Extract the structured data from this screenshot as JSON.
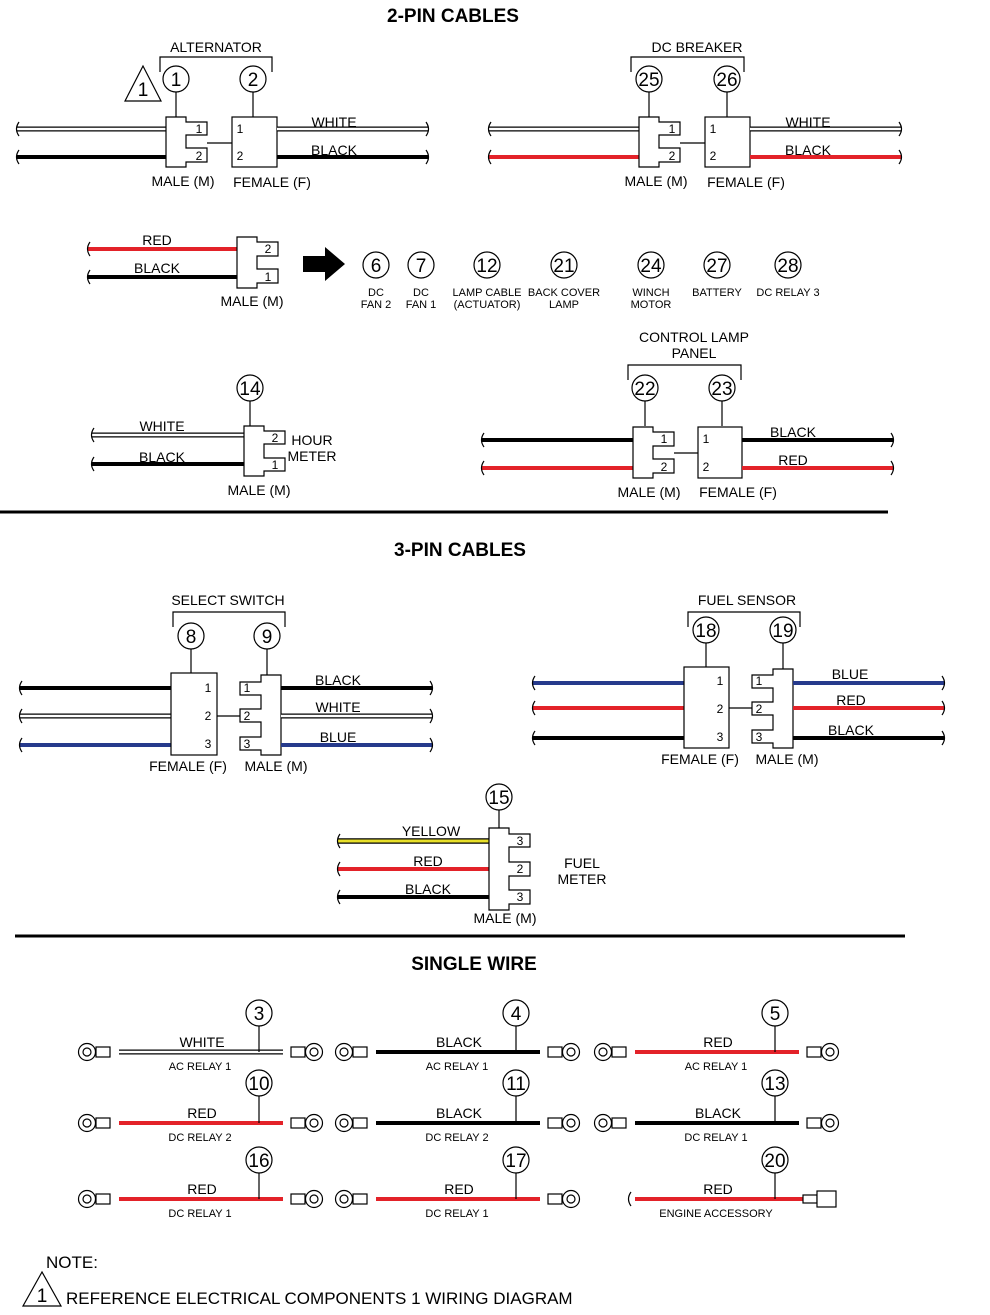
{
  "sections": {
    "two_pin": "2-PIN CABLES",
    "three_pin": "3-PIN CABLES",
    "single_wire": "SINGLE WIRE"
  },
  "common": {
    "male": "MALE (M)",
    "female": "FEMALE (F)"
  },
  "alternator": {
    "group": "ALTERNATOR",
    "left": "1",
    "right": "2",
    "wires": [
      "WHITE",
      "BLACK"
    ],
    "note_ref": "1"
  },
  "dc_breaker": {
    "group": "DC BREAKER",
    "left": "25",
    "right": "26",
    "wires": [
      "WHITE",
      "BLACK"
    ]
  },
  "male_red_black": {
    "wires": [
      "RED",
      "BLACK"
    ],
    "targets": [
      {
        "num": "6",
        "line1": "DC",
        "line2": "FAN 2"
      },
      {
        "num": "7",
        "line1": "DC",
        "line2": "FAN 1"
      },
      {
        "num": "12",
        "line1": "LAMP CABLE",
        "line2": "(ACTUATOR)"
      },
      {
        "num": "21",
        "line1": "BACK COVER",
        "line2": "LAMP"
      },
      {
        "num": "24",
        "line1": "WINCH",
        "line2": "MOTOR"
      },
      {
        "num": "27",
        "line1": "BATTERY",
        "line2": ""
      },
      {
        "num": "28",
        "line1": "DC RELAY 3",
        "line2": ""
      }
    ]
  },
  "hour_meter": {
    "num": "14",
    "line1": "HOUR",
    "line2": "METER",
    "wires": [
      "WHITE",
      "BLACK"
    ]
  },
  "control_lamp": {
    "group_line1": "CONTROL LAMP",
    "group_line2": "PANEL",
    "left": "22",
    "right": "23",
    "wires": [
      "BLACK",
      "RED"
    ]
  },
  "select_switch": {
    "group": "SELECT SWITCH",
    "left": "8",
    "right": "9",
    "wires": [
      "BLACK",
      "WHITE",
      "BLUE"
    ]
  },
  "fuel_sensor": {
    "group": "FUEL SENSOR",
    "left": "18",
    "right": "19",
    "wires": [
      "BLUE",
      "RED",
      "BLACK"
    ]
  },
  "fuel_meter": {
    "num": "15",
    "line1": "FUEL",
    "line2": "METER",
    "wires": [
      "YELLOW",
      "RED",
      "BLACK"
    ]
  },
  "single_wires": [
    {
      "num": "3",
      "color": "WHITE",
      "dest": "AC RELAY 1"
    },
    {
      "num": "4",
      "color": "BLACK",
      "dest": "AC RELAY 1"
    },
    {
      "num": "5",
      "color": "RED",
      "dest": "AC RELAY 1"
    },
    {
      "num": "10",
      "color": "RED",
      "dest": "DC RELAY 2"
    },
    {
      "num": "11",
      "color": "BLACK",
      "dest": "DC RELAY 2"
    },
    {
      "num": "13",
      "color": "BLACK",
      "dest": "DC RELAY 1"
    },
    {
      "num": "16",
      "color": "RED",
      "dest": "DC RELAY 1"
    },
    {
      "num": "17",
      "color": "RED",
      "dest": "DC RELAY 1"
    },
    {
      "num": "20",
      "color": "RED",
      "dest": "ENGINE ACCESSORY"
    }
  ],
  "note": {
    "title": "NOTE:",
    "ref": "1",
    "text": "REFERENCE ELECTRICAL COMPONENTS 1 WIRING DIAGRAM"
  },
  "colors": {
    "red": "#e32229",
    "black": "#000000",
    "blue": "#263a8c",
    "yellow": "#e8e02a",
    "white": "#ffffff"
  }
}
